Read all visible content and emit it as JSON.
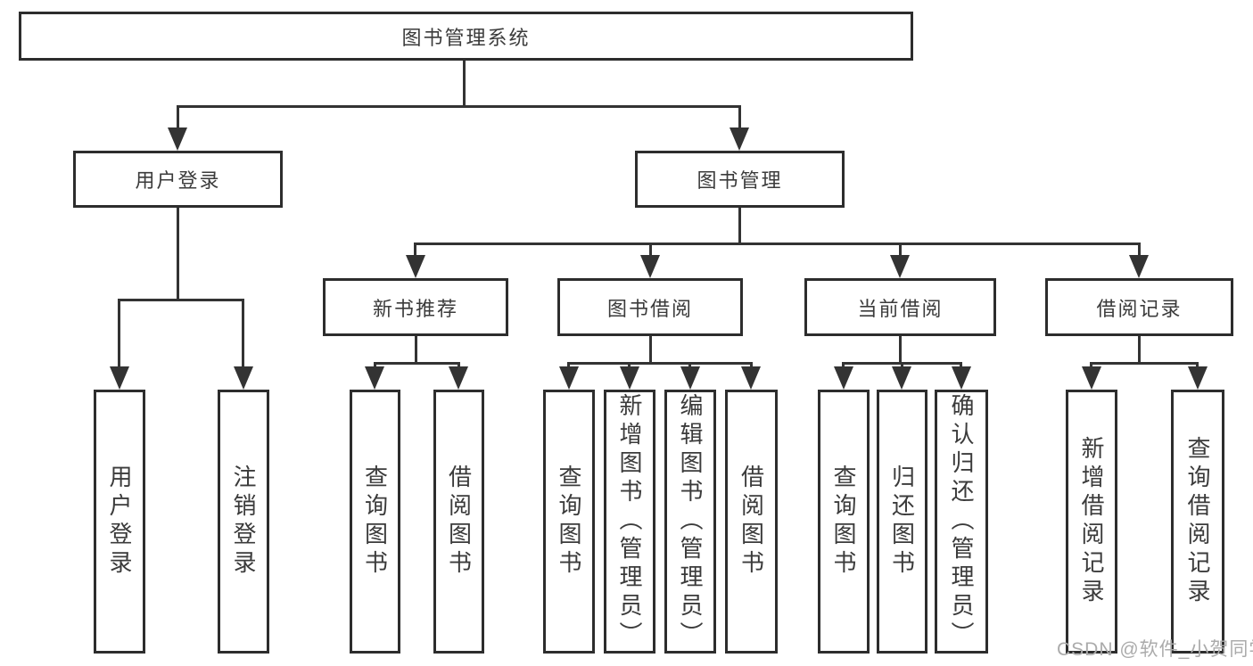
{
  "diagram": {
    "title": "图书管理系统",
    "level2": [
      {
        "label": "用户登录",
        "leaves": [
          {
            "label": "用户登录"
          },
          {
            "label": "注销登录"
          }
        ]
      },
      {
        "label": "图书管理",
        "groups": [
          {
            "label": "新书推荐",
            "leaves": [
              {
                "label": "查询图书"
              },
              {
                "label": "借阅图书"
              }
            ]
          },
          {
            "label": "图书借阅",
            "leaves": [
              {
                "label": "查询图书"
              },
              {
                "label": "新增图书（管理员）"
              },
              {
                "label": "编辑图书（管理员）"
              },
              {
                "label": "借阅图书"
              }
            ]
          },
          {
            "label": "当前借阅",
            "leaves": [
              {
                "label": "查询图书"
              },
              {
                "label": "归还图书"
              },
              {
                "label": "确认归还（管理员）"
              }
            ]
          },
          {
            "label": "借阅记录",
            "leaves": [
              {
                "label": "新增借阅记录"
              },
              {
                "label": "查询借阅记录"
              }
            ]
          }
        ]
      }
    ]
  },
  "watermark": "CSDN @软件_小贺同学",
  "colors": {
    "line": "#333333",
    "text": "#3b3b3b",
    "watermark": "#ababab",
    "background": "#ffffff"
  }
}
